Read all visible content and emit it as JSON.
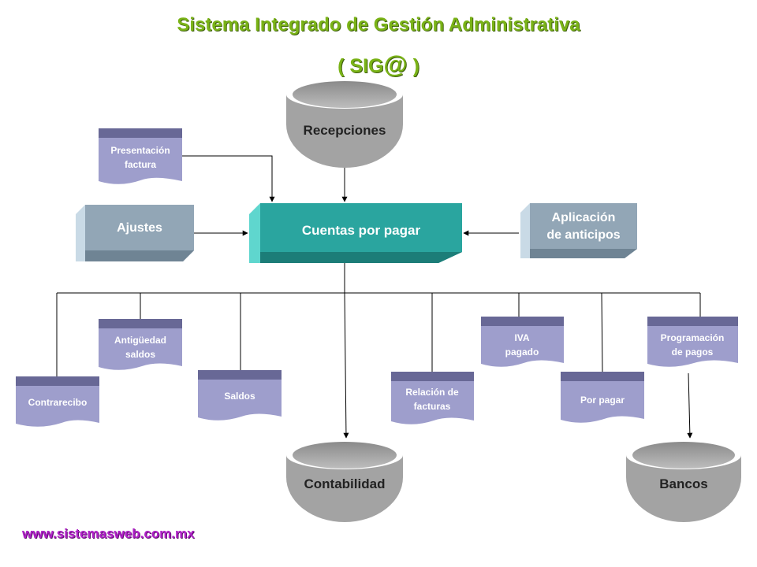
{
  "title": {
    "line1": "Sistema Integrado de Gestión Administrativa",
    "line2_pre": "( SIG",
    "line2_at": "@",
    "line2_post": " )"
  },
  "nodes": {
    "recepciones": "Recepciones",
    "presentacion": [
      "Presentación",
      "factura"
    ],
    "ajustes": "Ajustes",
    "cuentas": "Cuentas por pagar",
    "aplicacion": [
      "Aplicación",
      "de anticipos"
    ],
    "contrarecibo": "Contrarecibo",
    "antiguedad": [
      "Antigüedad",
      "saldos"
    ],
    "saldos": "Saldos",
    "relacion": [
      "Relación de",
      "facturas"
    ],
    "iva": [
      "IVA",
      "pagado"
    ],
    "porpagar": "Por pagar",
    "programacion": [
      "Programación",
      "de pagos"
    ],
    "contabilidad": "Contabilidad",
    "bancos": "Bancos"
  },
  "footer": {
    "url": "www.sistemasweb.com.mx"
  },
  "colors": {
    "title": "#7ab317",
    "doc_fill": "#9e9ecc",
    "doc_top": "#686896",
    "teal": "#2aa59f",
    "gray_box": "#92a6b6",
    "cylinder": "#a3a3a3",
    "url": "#b020c8"
  }
}
